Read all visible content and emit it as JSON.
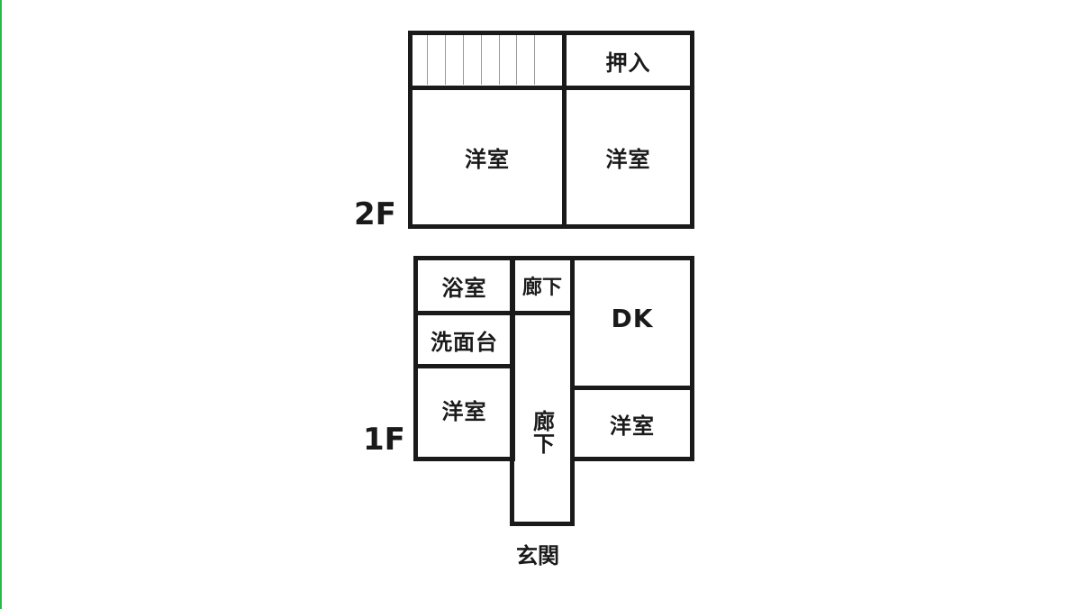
{
  "accent_color": "#2db84a",
  "floor2": {
    "label": "2F",
    "closet": "押入",
    "room_left": "洋室",
    "room_right": "洋室",
    "stairs_icon": "stairs-icon"
  },
  "floor1": {
    "label": "1F",
    "bath": "浴室",
    "hall_small": "廊下",
    "washroom": "洗面台",
    "room_left": "洋室",
    "hall_long": "廊下",
    "dk": "DK",
    "room_right": "洋室",
    "entrance": "玄関"
  }
}
